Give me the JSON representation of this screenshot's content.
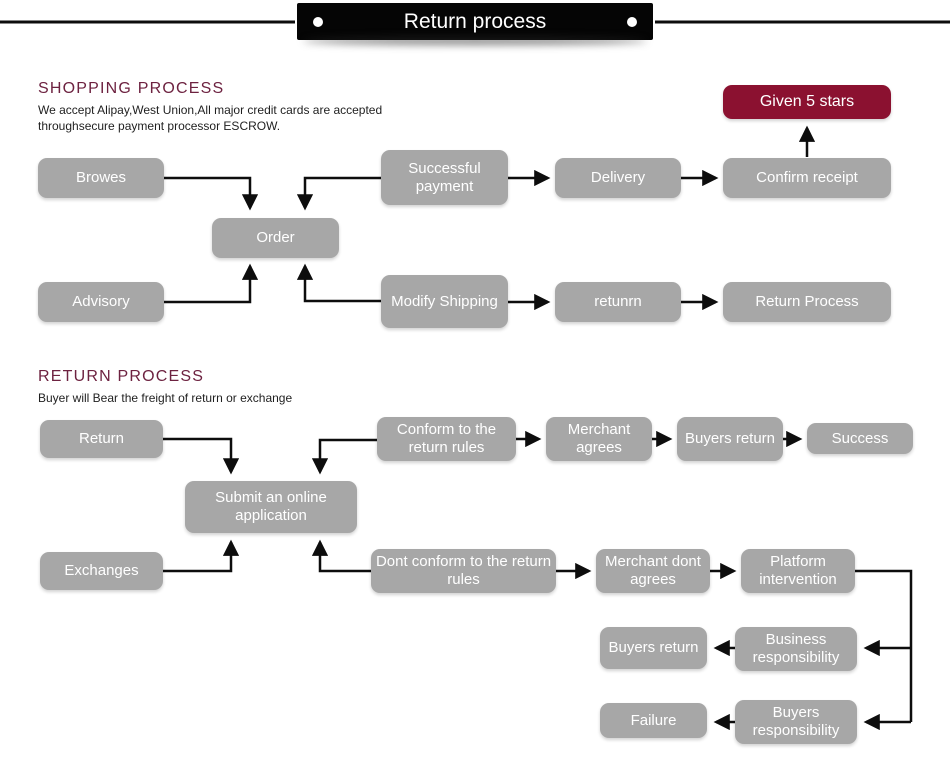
{
  "banner": {
    "title": "Return process"
  },
  "shopping": {
    "heading": "SHOPPING PROCESS",
    "line1": "We accept Alipay,West Union,All major credit cards are accepted",
    "line2": "throughsecure payment processor ESCROW."
  },
  "return_section": {
    "heading": "RETURN PROCESS",
    "line1": "Buyer will Bear the freight of return or exchange"
  },
  "nodes": {
    "browes": "Browes",
    "successful_payment": "Successful payment",
    "delivery": "Delivery",
    "confirm_receipt": "Confirm receipt",
    "given_5_stars": "Given 5 stars",
    "order": "Order",
    "advisory": "Advisory",
    "modify_shipping": "Modify Shipping",
    "retunrn": "retunrn",
    "return_process": "Return Process",
    "return": "Return",
    "conform_rules": "Conform to the return rules",
    "merchant_agrees": "Merchant agrees",
    "buyers_return_top": "Buyers return",
    "success": "Success",
    "submit_application": "Submit an online application",
    "exchanges": "Exchanges",
    "dont_conform_rules": "Dont conform to the return rules",
    "merchant_dont_agrees": "Merchant dont agrees",
    "platform_intervention": "Platform intervention",
    "buyers_return_bottom": "Buyers return",
    "business_responsibility": "Business responsibility",
    "failure": "Failure",
    "buyers_responsibility": "Buyers responsibility"
  },
  "colors": {
    "node_gray": "#a7a7a7",
    "accent_maroon": "#8b1130",
    "heading_maroon": "#6d2240",
    "connector_black": "#0d0d0d",
    "banner_black": "#050505"
  }
}
